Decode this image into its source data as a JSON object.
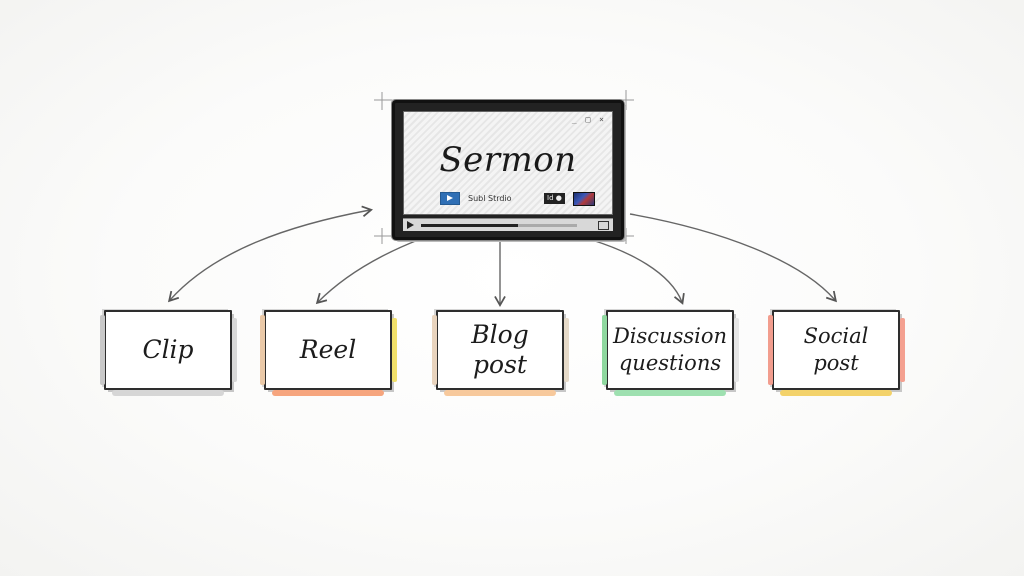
{
  "source": {
    "title": "Sermon",
    "window_buttons": "_ □ ×",
    "studio_label": "Subl Strdio",
    "mini_chip_label": "Id ●",
    "progress": 0.62
  },
  "outputs": [
    {
      "label": "Clip",
      "left_highlight": "#c9c9c9",
      "right_highlight": "#d8d8d8",
      "bottom_highlight": "#d6d6d6"
    },
    {
      "label": "Reel",
      "left_highlight": "#eac9a8",
      "right_highlight": "#f1e06a",
      "bottom_highlight": "#f6a57e"
    },
    {
      "label": "Blog post",
      "left_highlight": "#e9d4be",
      "right_highlight": "#e6dac8",
      "bottom_highlight": "#f7c99c"
    },
    {
      "label": "Discussion questions",
      "left_highlight": "#8fd89f",
      "right_highlight": "#e5e5e5",
      "bottom_highlight": "#9ee0b0"
    },
    {
      "label": "Social post",
      "left_highlight": "#f29d8e",
      "right_highlight": "#f4a090",
      "bottom_highlight": "#f3d26a"
    }
  ],
  "colors": {
    "stroke": "#2e2e2e",
    "arrow": "#555555"
  }
}
